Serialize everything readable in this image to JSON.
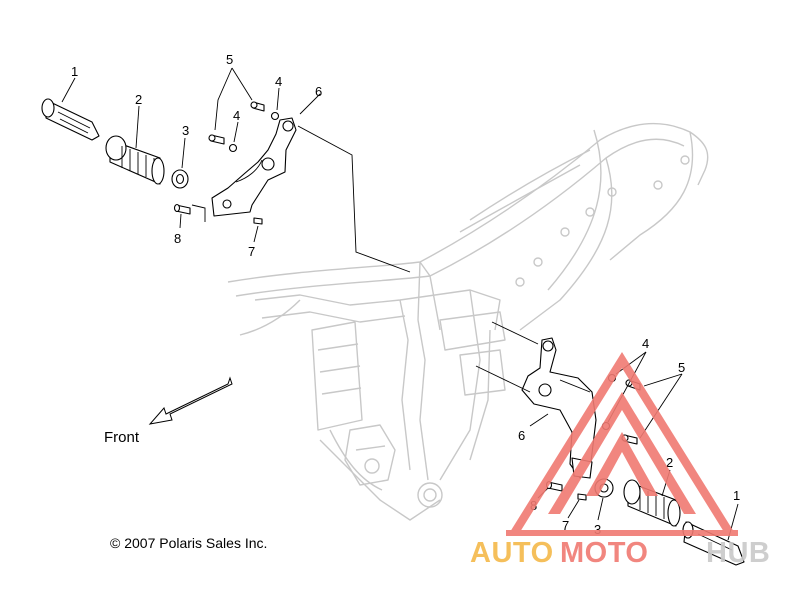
{
  "callouts": {
    "top_1": "1",
    "top_2": "2",
    "top_3": "3",
    "top_4a": "4",
    "top_4b": "4",
    "top_5": "5",
    "top_6": "6",
    "top_7": "7",
    "top_8": "8",
    "bot_1": "1",
    "bot_2": "2",
    "bot_3": "3",
    "bot_4": "4",
    "bot_5": "5",
    "bot_6": "6",
    "bot_7": "7",
    "bot_8": "8"
  },
  "front_label": "Front",
  "copyright": "© 2007 Polaris Sales Inc.",
  "watermark": {
    "part_auto": "AUTO",
    "part_moto": "MOTO",
    "part_hub": "HUB"
  },
  "colors": {
    "frame_line": "#c8c8c8",
    "part_line": "#000000",
    "watermark_red": "#f07a72",
    "watermark_orange": "#f5b94a",
    "watermark_gray": "#c9c9c9"
  }
}
